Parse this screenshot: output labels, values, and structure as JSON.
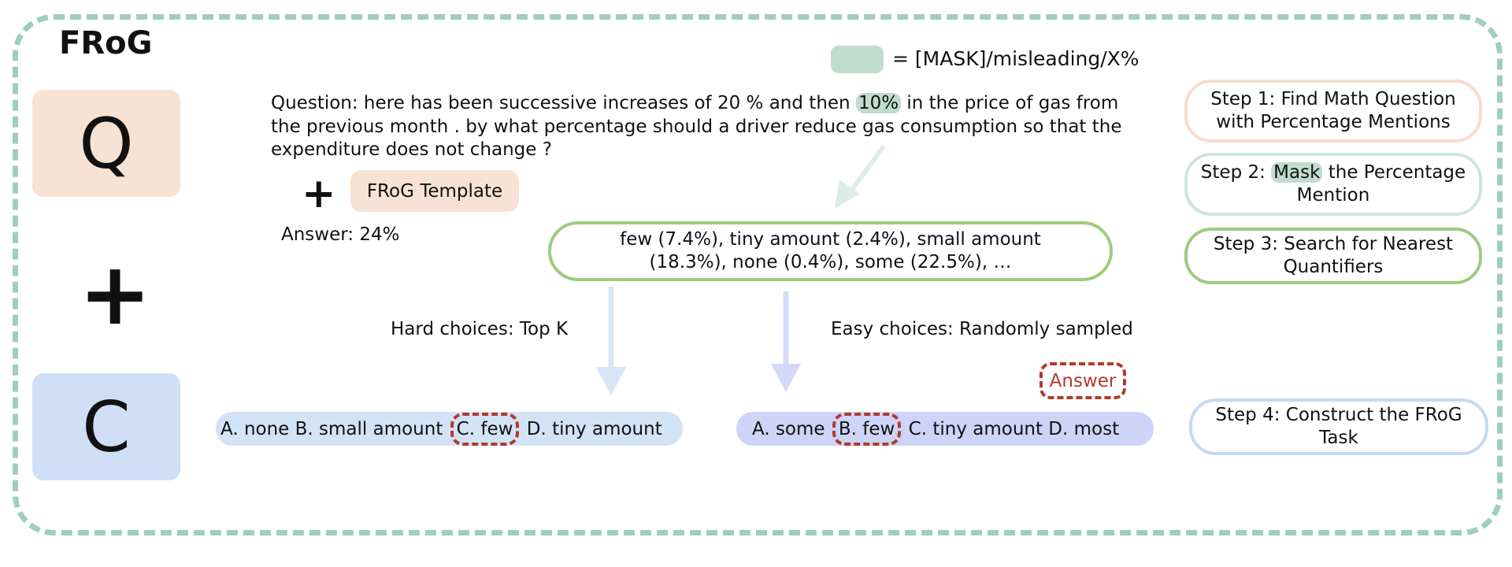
{
  "title": "FRoG",
  "left_column": {
    "q_letter": "Q",
    "plus": "+",
    "c_letter": "C"
  },
  "legend": {
    "text": "= [MASK]/misleading/X%",
    "swatch_color": "#bfdccf"
  },
  "question": {
    "before": "Question: here has been successive increases of 20 % and then ",
    "highlight": "10%",
    "after": " in the price of gas from the previous month . by what percentage should a driver reduce gas consumption so that the expenditure does not change ?"
  },
  "template": {
    "plus": "+",
    "label": "FRoG Template"
  },
  "answer_line": "Answer: 24%",
  "quantifiers": {
    "line1": "few (7.4%), tiny amount (2.4%), small amount",
    "line2": "(18.3%), none (0.4%), some (22.5%), …"
  },
  "hard": {
    "label": "Hard choices: Top K",
    "before": "A. none B. small amount ",
    "answer": "C. few",
    "after": " D. tiny amount"
  },
  "easy": {
    "label": "Easy choices: Randomly sampled",
    "before": "A. some ",
    "answer": "B. few",
    "after": " C. tiny amount D. most",
    "answer_tag": "Answer"
  },
  "steps": {
    "step1": {
      "line1": "Step 1: Find Math Question",
      "line2": "with Percentage Mentions"
    },
    "step2": {
      "before": "Step 2: ",
      "highlight": "Mask",
      "after": " the Percentage",
      "line2": "Mention"
    },
    "step3": {
      "line1": "Step 3: Search for Nearest",
      "line2": "Quantifiers"
    },
    "step4": {
      "line1": "Step 4: Construct the FRoG",
      "line2": "Task"
    }
  },
  "colors": {
    "frame": "#9fcfbc",
    "q_fill": "#f8e2d3",
    "c_fill": "#cfe0f6",
    "quantifier_border": "#9ecb7f",
    "answer_red": "#b23a2a",
    "hard_fill": "#d2e3f6",
    "easy_fill": "#cdd4f7"
  }
}
